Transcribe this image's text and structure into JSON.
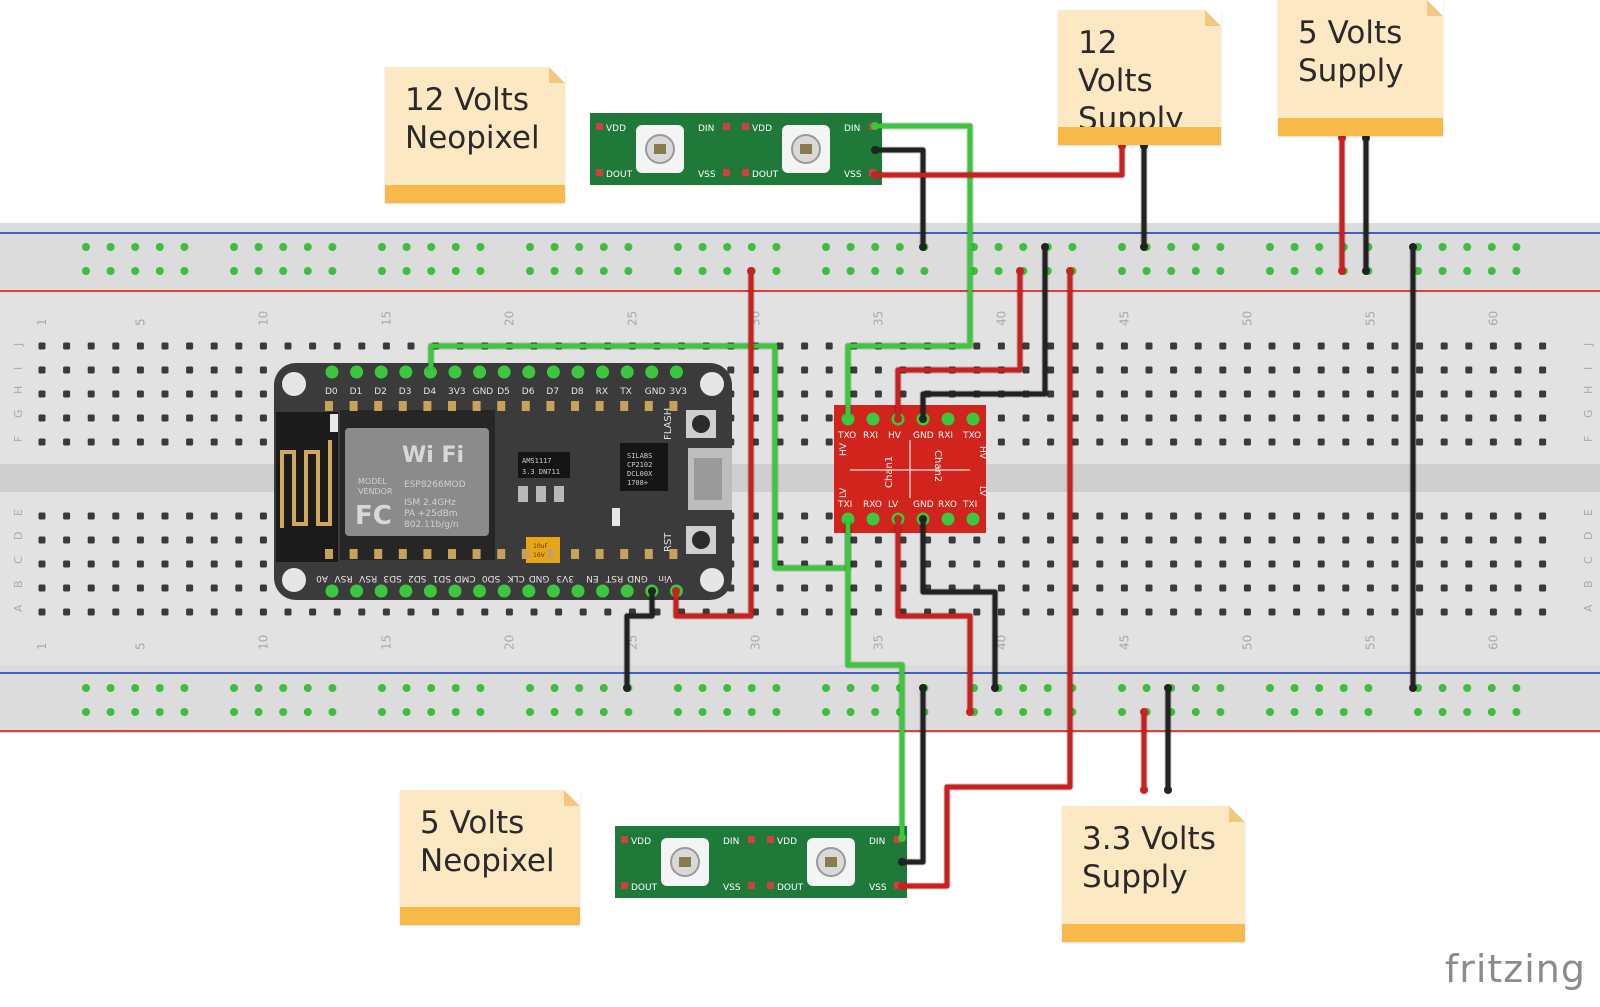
{
  "notes": {
    "neopixel_12v": {
      "line1": "12 Volts",
      "line2": "Neopixel"
    },
    "supply_12v": {
      "line1": "12 Volts",
      "line2": "Supply"
    },
    "supply_5v": {
      "line1": "5 Volts",
      "line2": "Supply"
    },
    "neopixel_5v": {
      "line1": "5 Volts",
      "line2": "Neopixel"
    },
    "supply_3v3": {
      "line1": "3.3 Volts",
      "line2": "Supply"
    }
  },
  "breadboard": {
    "column_numbers": [
      "1",
      "5",
      "10",
      "15",
      "20",
      "25",
      "30",
      "35",
      "40",
      "45",
      "50",
      "55",
      "60"
    ],
    "row_letters_top": [
      "J",
      "I",
      "H",
      "G",
      "F"
    ],
    "row_letters_bottom": [
      "E",
      "D",
      "C",
      "B",
      "A"
    ]
  },
  "esp_board": {
    "top_pins": [
      "D0",
      "D1",
      "D2",
      "D3",
      "D4",
      "3V3",
      "GND",
      "D5",
      "D6",
      "D7",
      "D8",
      "RX",
      "TX",
      "GND",
      "3V3"
    ],
    "bottom_pins": [
      "A0",
      "RSV",
      "RSV",
      "SD3",
      "SD2",
      "SD1",
      "CMD",
      "SD0",
      "CLK",
      "GND",
      "3V3",
      "EN",
      "RST",
      "GND",
      "Vin"
    ],
    "wifi_label": "Wi Fi",
    "module_text": [
      "MODEL",
      "VENDOR",
      "ESP8266MOD",
      "ISM 2.4GHz",
      "PA +25dBm",
      "802.11b/g/n"
    ],
    "fc_label": "FC",
    "regulator_text": [
      "AMS1117",
      "3.3 DN711"
    ],
    "usb_chip_text": [
      "SILABS",
      "CP2102",
      "DCL00X",
      "1708+"
    ],
    "flash_label": "FLASH",
    "rst_label": "RST",
    "cap_text": [
      "10uF",
      "16V"
    ]
  },
  "level_shifter": {
    "top_labels": [
      "TXO",
      "RXI",
      "HV",
      "GND",
      "RXI",
      "TXO"
    ],
    "bottom_labels": [
      "TXI",
      "RXO",
      "LV",
      "GND",
      "RXO",
      "TXI"
    ],
    "side_labels": [
      "HV",
      "LV",
      "HV",
      "LV"
    ],
    "chan_labels": [
      "Chan1",
      "Chan2"
    ]
  },
  "neopixel": {
    "vdd": "VDD",
    "din": "DIN",
    "dout": "DOUT",
    "vss": "VSS"
  },
  "brand": "fritzing",
  "colors": {
    "wire_red": "#cc1f1f",
    "wire_black": "#222222",
    "wire_green": "#3cc83c",
    "rail_blue": "#3f62c8",
    "rail_red": "#d9423d",
    "board_green": "#1f7a3a",
    "shifter_red": "#d0241c",
    "note_fill": "#fde8c4",
    "note_band": "#f6b94a"
  }
}
